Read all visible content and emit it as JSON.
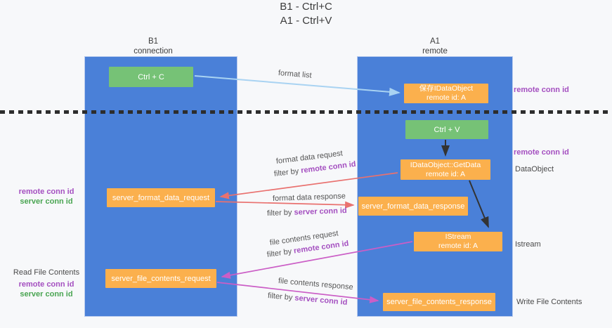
{
  "title": {
    "line1": "B1 - Ctrl+C",
    "line2": "A1 - Ctrl+V"
  },
  "columns": {
    "left": {
      "header_line1": "B1",
      "header_line2": "connection"
    },
    "right": {
      "header_line1": "A1",
      "header_line2": "remote"
    }
  },
  "nodes": {
    "ctrl_c": "Ctrl + C",
    "save_dataobject_line1": "保存IDataObject",
    "save_dataobject_line2": "remote id: A",
    "ctrl_v": "Ctrl + V",
    "getdata_line1": "IDataObject::GetData",
    "getdata_line2": "remote id: A",
    "format_request": "server_format_data_request",
    "format_response": "server_format_data_response",
    "istream_line1": "IStream",
    "istream_line2": "remote id: A",
    "file_request": "server_file_contents_request",
    "file_response": "server_file_contents_response"
  },
  "edge_labels": {
    "format_list": "format list",
    "format_data_request": "format data request",
    "format_data_response": "format data response",
    "file_contents_request": "file contents request",
    "file_contents_response": "file contents response",
    "filter_by": "filter by ",
    "remote_conn_id": "remote conn id",
    "server_conn_id": "server conn id"
  },
  "side_labels": {
    "right_remote_conn_id_1": "remote conn id",
    "right_remote_conn_id_2": "remote conn id",
    "dataobject": "DataObject",
    "istream": "Istream",
    "write_file_contents": "Write File Contents",
    "read_file_contents": "Read File Contents",
    "left_remote_conn_id_1": "remote conn id",
    "left_server_conn_id_1": "server conn id",
    "left_remote_conn_id_2": "remote conn id",
    "left_server_conn_id_2": "server conn id"
  },
  "colors": {
    "column_blue": "#4a80d8",
    "node_orange": "#fbb04d",
    "node_green": "#76c276",
    "arrow_lightblue": "#a9d3f2",
    "arrow_red": "#e9716f",
    "arrow_magenta": "#cb5ec6",
    "arrow_black": "#333333",
    "conn_id_purple": "#a44fc0",
    "conn_id_green": "#4aa552",
    "background": "#f7f8fa"
  }
}
